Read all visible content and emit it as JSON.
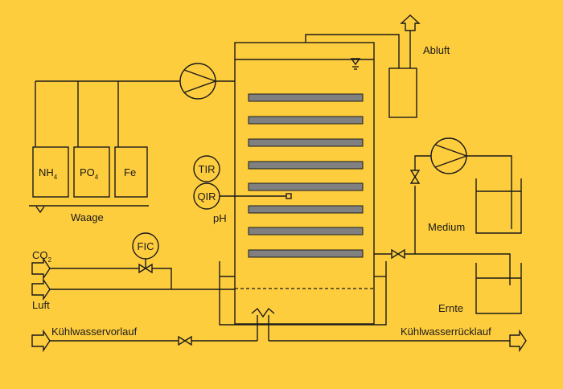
{
  "labels": {
    "abluft": "Abluft",
    "waage": "Waage",
    "medium": "Medium",
    "ernte": "Ernte",
    "ph": "pH",
    "luft": "Luft",
    "kuehlwasservorlauf": "Kühlwasservorlauf",
    "kuehlwasserruecklauf": "Kühlwasserrücklauf"
  },
  "feeds": {
    "nh4_main": "NH",
    "nh4_sub": "4",
    "po4_main": "PO",
    "po4_sub": "4",
    "fe": "Fe"
  },
  "gas": {
    "co2_main": "CO",
    "co2_sub": "2"
  },
  "instruments": {
    "tir": "TIR",
    "qir": "QIR",
    "fic": "FIC"
  },
  "colors": {
    "background": "#FECD3E",
    "line": "#1a1a1a",
    "plate": "#808080"
  }
}
